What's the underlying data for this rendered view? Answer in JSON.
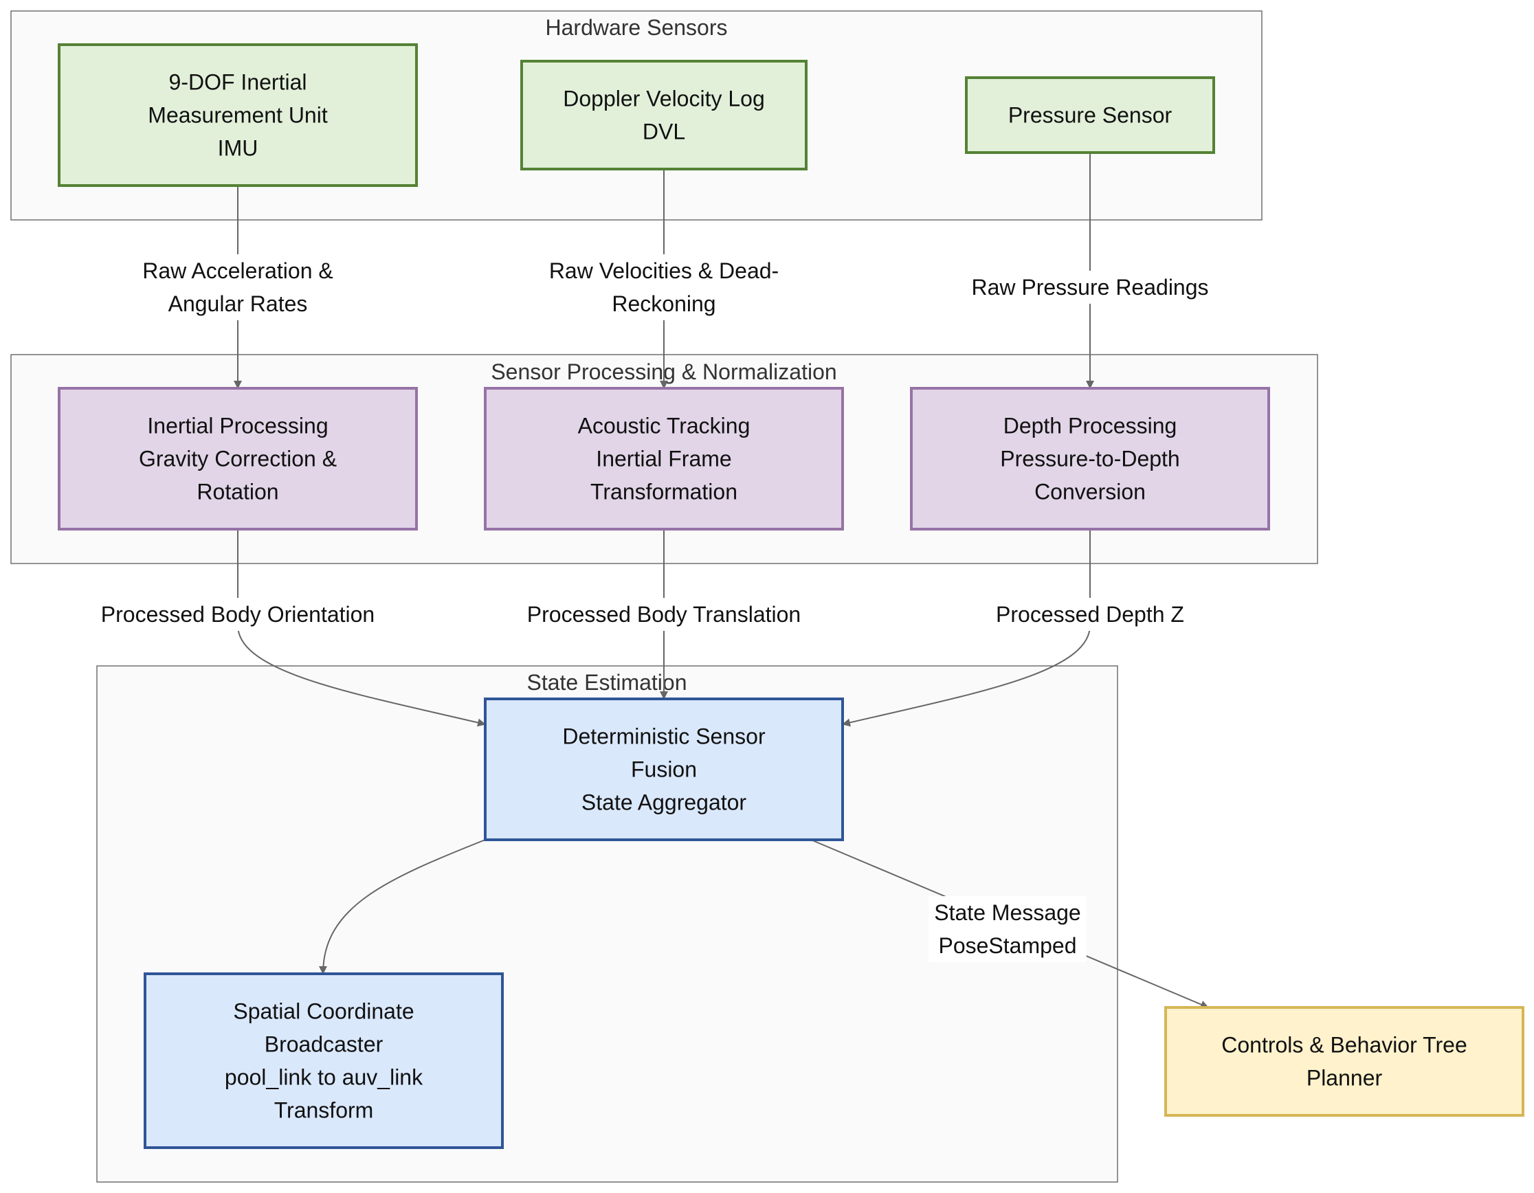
{
  "clusters": {
    "hardware": {
      "title": "Hardware Sensors"
    },
    "processing": {
      "title": "Sensor Processing & Normalization"
    },
    "estimation": {
      "title": "State Estimation"
    }
  },
  "nodes": {
    "imu": {
      "lines": [
        "9-DOF Inertial",
        "Measurement Unit",
        "IMU"
      ]
    },
    "dvl": {
      "lines": [
        "Doppler Velocity Log",
        "DVL"
      ]
    },
    "pressure": {
      "lines": [
        "Pressure Sensor"
      ]
    },
    "inertial_proc": {
      "lines": [
        "Inertial Processing",
        "Gravity Correction &",
        "Rotation"
      ]
    },
    "acoustic": {
      "lines": [
        "Acoustic Tracking",
        "Inertial Frame",
        "Transformation"
      ]
    },
    "depth_proc": {
      "lines": [
        "Depth Processing",
        "Pressure-to-Depth",
        "Conversion"
      ]
    },
    "fusion": {
      "lines": [
        "Deterministic Sensor",
        "Fusion",
        "State Aggregator"
      ]
    },
    "broadcaster": {
      "lines": [
        "Spatial Coordinate",
        "Broadcaster",
        "pool_link to auv_link",
        "Transform"
      ]
    },
    "planner": {
      "lines": [
        "Controls & Behavior Tree",
        "Planner"
      ]
    }
  },
  "edges": {
    "imu_to_inertial": {
      "lines": [
        "Raw Acceleration &",
        "Angular Rates"
      ]
    },
    "dvl_to_acoustic": {
      "lines": [
        "Raw Velocities & Dead-",
        "Reckoning"
      ]
    },
    "pressure_to_depth": {
      "lines": [
        "Raw Pressure Readings"
      ]
    },
    "inertial_to_fusion": {
      "lines": [
        "Processed Body Orientation"
      ]
    },
    "acoustic_to_fusion": {
      "lines": [
        "Processed Body Translation"
      ]
    },
    "depth_to_fusion": {
      "lines": [
        "Processed Depth Z"
      ]
    },
    "fusion_to_broadcaster": {
      "lines": []
    },
    "fusion_to_planner": {
      "lines": [
        "State Message",
        "PoseStamped"
      ]
    }
  },
  "colors": {
    "sensor_fill": "#e2f0d9",
    "sensor_stroke": "#548235",
    "process_fill": "#e1d5e7",
    "process_stroke": "#9673a6",
    "estimate_fill": "#dae8fc",
    "estimate_stroke": "#2f5597",
    "planner_fill": "#fff2cc",
    "planner_stroke": "#d6b656"
  }
}
